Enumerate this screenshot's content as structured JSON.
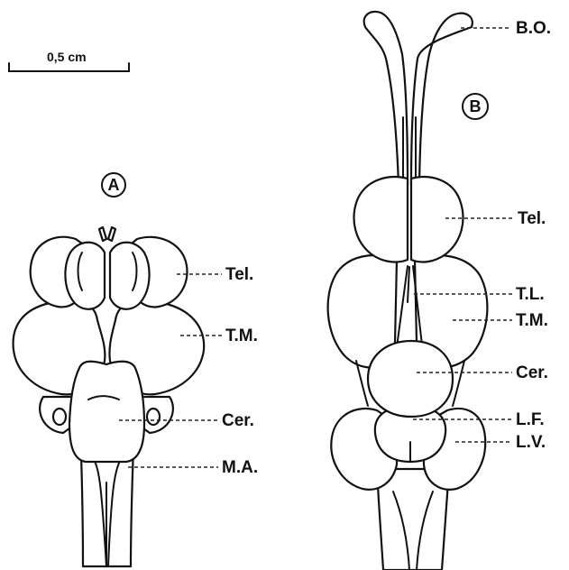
{
  "scale_bar": {
    "label": "0,5 cm"
  },
  "panel_a": {
    "letter": "A",
    "labels": {
      "tel": "Tel.",
      "tm": "T.M.",
      "cer": "Cer.",
      "ma": "M.A."
    }
  },
  "panel_b": {
    "letter": "B",
    "labels": {
      "bo": "B.O.",
      "tel": "Tel.",
      "tl": "T.L.",
      "tm": "T.M.",
      "cer": "Cer.",
      "lf": "L.F.",
      "lv": "L.V."
    }
  }
}
